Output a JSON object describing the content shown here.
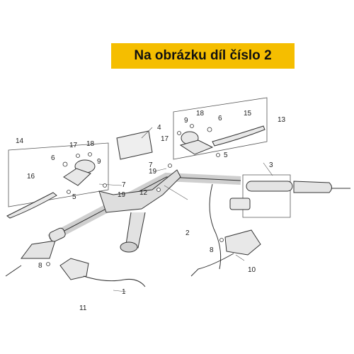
{
  "banner": {
    "text": "Na obrázku díl číslo 2",
    "color": "#f5be00"
  },
  "callouts": [
    {
      "id": "1",
      "label": "1"
    },
    {
      "id": "2",
      "label": "2"
    },
    {
      "id": "3",
      "label": "3"
    },
    {
      "id": "4",
      "label": "4"
    },
    {
      "id": "5a",
      "label": "5"
    },
    {
      "id": "5b",
      "label": "5"
    },
    {
      "id": "6a",
      "label": "6"
    },
    {
      "id": "6b",
      "label": "6"
    },
    {
      "id": "7a",
      "label": "7"
    },
    {
      "id": "7b",
      "label": "7"
    },
    {
      "id": "8a",
      "label": "8"
    },
    {
      "id": "8b",
      "label": "8"
    },
    {
      "id": "9a",
      "label": "9"
    },
    {
      "id": "9b",
      "label": "9"
    },
    {
      "id": "10",
      "label": "10"
    },
    {
      "id": "11",
      "label": "11"
    },
    {
      "id": "12",
      "label": "12"
    },
    {
      "id": "13",
      "label": "13"
    },
    {
      "id": "14",
      "label": "14"
    },
    {
      "id": "15",
      "label": "15"
    },
    {
      "id": "16",
      "label": "16"
    },
    {
      "id": "17a",
      "label": "17"
    },
    {
      "id": "17b",
      "label": "17"
    },
    {
      "id": "18a",
      "label": "18"
    },
    {
      "id": "18b",
      "label": "18"
    },
    {
      "id": "19a",
      "label": "19"
    },
    {
      "id": "19b",
      "label": "19"
    }
  ]
}
